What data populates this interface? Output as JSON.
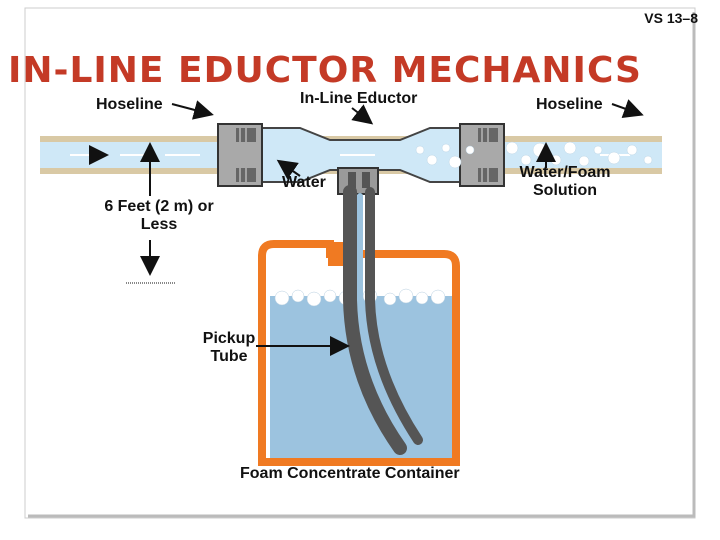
{
  "slide_number": "VS 13–8",
  "title": "IN-LINE EDUCTOR MECHANICS",
  "labels": {
    "hoseline_left": "Hoseline",
    "in_line_eductor": "In-Line Eductor",
    "hoseline_right": "Hoseline",
    "water": "Water",
    "water_foam_solution": "Water/Foam Solution",
    "six_feet": "6 Feet (2 m) or Less",
    "pickup_tube": "Pickup Tube",
    "foam_concentrate_container": "Foam Concentrate Container"
  },
  "colors": {
    "title": "#c43a26",
    "water": "#cfe8f7",
    "container_orange": "#f07a22",
    "concentrate": "#9cc3df",
    "tube": "#555555",
    "fitting": "#8a8a8a",
    "hose_tan": "#d9c9a5"
  }
}
